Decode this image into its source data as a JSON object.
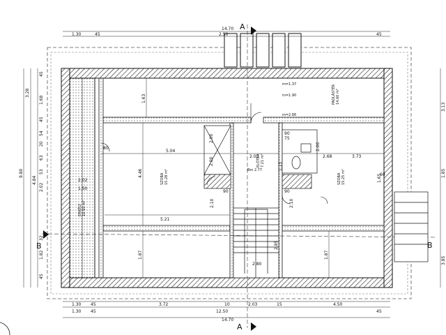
{
  "rooms": [
    {
      "name": "PADLÁSTÉR",
      "area": "14.60 m²"
    },
    {
      "name": "SZOBA",
      "area": "15.28 m²"
    },
    {
      "name": "SZOBA",
      "area": "15.25 m²"
    },
    {
      "name": "ELŐTÉR",
      "area": "7.21 m²"
    },
    {
      "name": "ERKÉLY",
      "area": "10.93 m²"
    }
  ],
  "section_marks": {
    "a": "A",
    "b": "B"
  },
  "room_heights": {
    "h1": "m=1.37",
    "h2": "m=1.90",
    "h3": "m=2.66",
    "h4": "Bm 2.77"
  },
  "top_dims": {
    "overall": "14.70",
    "seg": [
      "1.30",
      "45",
      "2.50",
      "45"
    ]
  },
  "bottom_dims": {
    "overall": "14.70",
    "row1": [
      "1.30",
      "45",
      "3.72",
      "10",
      "2.03",
      "15",
      "4.50"
    ],
    "row2": [
      "1.30",
      "45",
      "12.50",
      "45"
    ]
  },
  "left_dims": {
    "overall": "9.80",
    "seg": [
      "3.28",
      "45",
      "1.68",
      "45",
      "54",
      "20",
      "63",
      "53",
      "4.84",
      "2.02",
      "32",
      "1.82",
      "45"
    ]
  },
  "right_dims": [
    "3.13",
    "1.85",
    "3.85"
  ],
  "inner_dims": {
    "w1": "5.04",
    "w2": "2.03",
    "w3": "2.68",
    "w4": "3.73",
    "w5": "5.21",
    "w6": "2.80",
    "w7": "1.50",
    "w8": "2.02",
    "h1": "4.46",
    "h2": "1.87",
    "h3": "1.87",
    "h4": "1.63",
    "s1": "2.10",
    "s2": "2.10",
    "s3": "2.00",
    "s4": "90",
    "s5": "90",
    "s6": "2.85",
    "s7": "1.65",
    "s8": "1.15",
    "s9": "80",
    "s10": "90",
    "s11": "75",
    "s12": "2.00",
    "s13": "2.00",
    "s14": "60"
  }
}
